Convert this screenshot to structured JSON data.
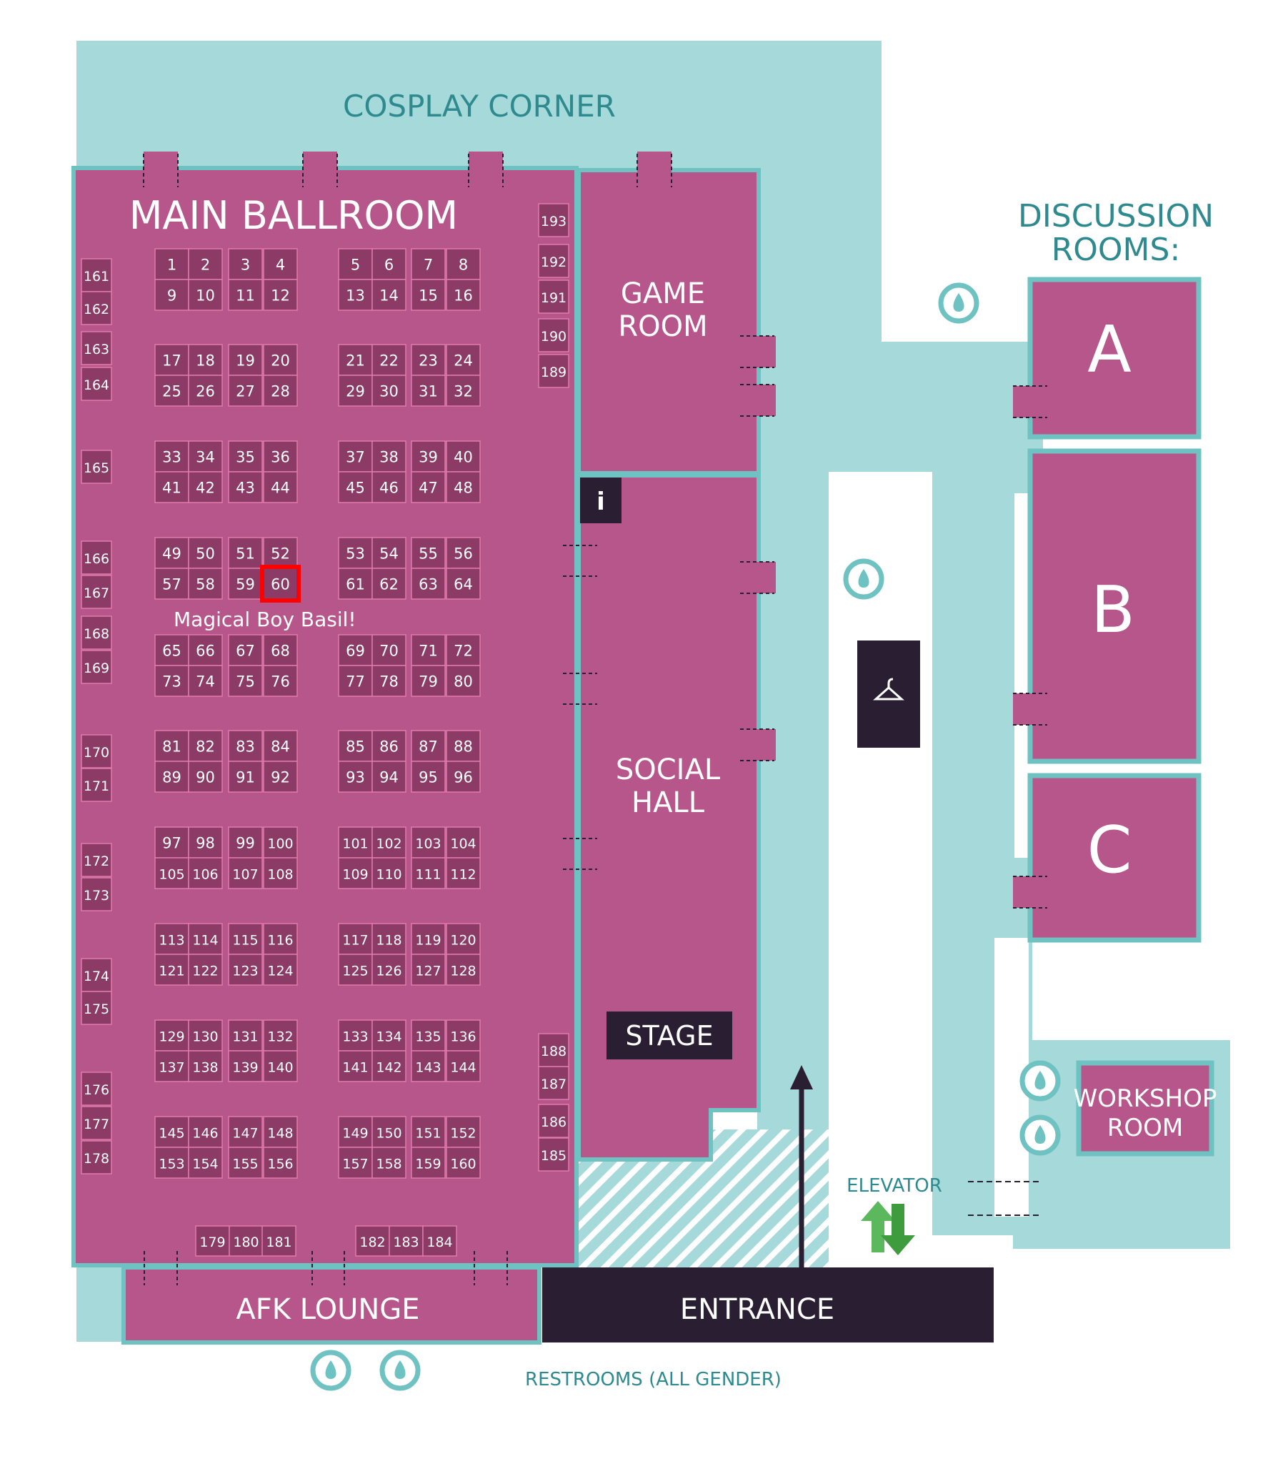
{
  "colors": {
    "corridor": "#a6d9d9",
    "corridor_edge": "#6fc2c2",
    "room": "#b7568a",
    "booth": "#8c3a66",
    "booth_edge": "#e07aaa",
    "dark": "#2a1e33",
    "label_teal": "#2e8a8e",
    "white_text": "#ffffff",
    "highlight": "#ff0000",
    "elevator": "#5cb85c"
  },
  "areas": {
    "cosplay_corner": "COSPLAY CORNER",
    "main_ballroom": "MAIN BALLROOM",
    "game_room": [
      "GAME",
      "ROOM"
    ],
    "social_hall": [
      "SOCIAL",
      "HALL"
    ],
    "stage": "STAGE",
    "discussion_rooms": [
      "DISCUSSION",
      "ROOMS:"
    ],
    "room_a": "A",
    "room_b": "B",
    "room_c": "C",
    "workshop_room": [
      "WORKSHOP",
      "ROOM"
    ],
    "afk_lounge": "AFK LOUNGE",
    "entrance": "ENTRANCE",
    "elevator": "ELEVATOR",
    "restrooms": "RESTROOMS (ALL GENDER)",
    "info": "i"
  },
  "highlight": {
    "booth": "60",
    "caption": "Magical Boy Basil!"
  },
  "icons": [
    "water-drop-icon",
    "coat-hanger-icon",
    "elevator-arrows-icon",
    "entrance-arrow-icon",
    "info-icon"
  ]
}
